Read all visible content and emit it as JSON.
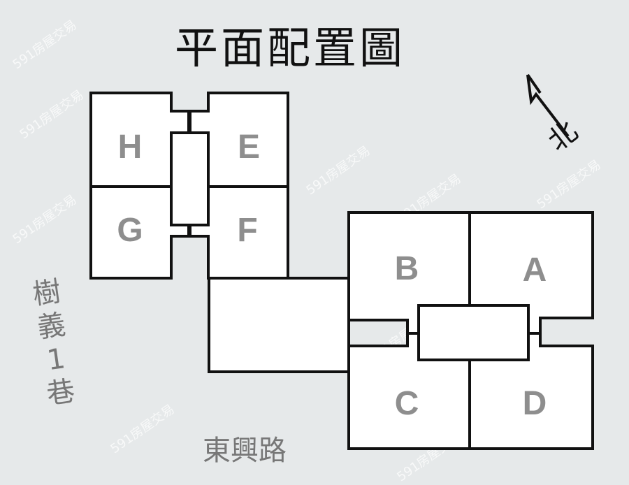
{
  "title": "平面配置圖",
  "north_label": "北",
  "units": [
    "A",
    "B",
    "C",
    "D",
    "E",
    "F",
    "G",
    "H"
  ],
  "streets": {
    "main": "東興路",
    "lane": [
      "樹",
      "義",
      "1",
      "巷"
    ]
  },
  "watermark": "591房屋交易",
  "colors": {
    "background": "#e6e9ea",
    "wall": "#111111",
    "unit_label": "#8e8e8e"
  }
}
